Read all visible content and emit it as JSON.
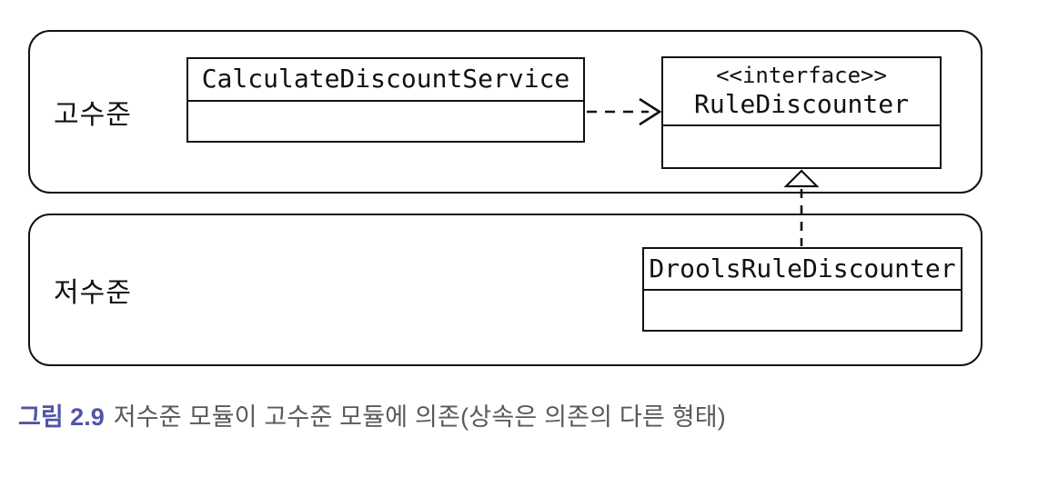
{
  "figure": {
    "high_level": {
      "label": "고수준",
      "class": {
        "name": "CalculateDiscountService"
      },
      "interface": {
        "stereotype": "<<interface>>",
        "name": "RuleDiscounter"
      }
    },
    "low_level": {
      "label": "저수준",
      "class": {
        "name": "DroolsRuleDiscounter"
      }
    },
    "relations": [
      {
        "type": "dependency",
        "from": "CalculateDiscountService",
        "to": "RuleDiscounter",
        "line": "dashed-open-arrow"
      },
      {
        "type": "realization",
        "from": "DroolsRuleDiscounter",
        "to": "RuleDiscounter",
        "line": "dashed-hollow-triangle"
      }
    ],
    "caption": {
      "label": "그림 2.9",
      "text": "저수준 모듈이 고수준 모듈에 의존(상속은 의존의 다른 형태)"
    },
    "colors": {
      "line": "#111111",
      "caption_label": "#5154a8",
      "caption_text": "#595959",
      "background": "#ffffff"
    }
  }
}
